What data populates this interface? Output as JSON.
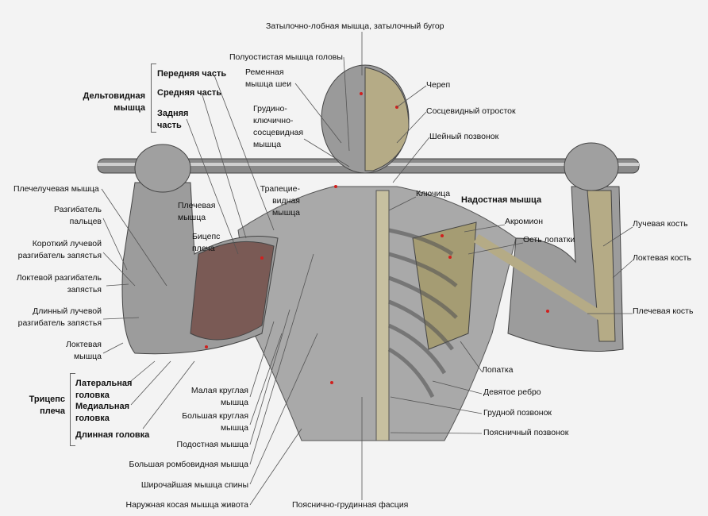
{
  "title_top": "Затылочно-лобная мышца, затылочный бугор",
  "head_neck": {
    "semispinalis": "Полуостистая мышца головы",
    "splenius": [
      "Ременная",
      "мышца шеи"
    ],
    "scm": [
      "Грудино-",
      "ключично-",
      "сосцевидная",
      "мышца"
    ],
    "skull": "Череп",
    "mastoid": "Сосцевидный отросток",
    "cervical": "Шейный позвонок"
  },
  "deltoid": {
    "group": [
      "Дельтовидная",
      "мышца"
    ],
    "anterior": "Передняя часть",
    "middle": "Средняя часть",
    "posterior": [
      "Задняя",
      "часть"
    ]
  },
  "forearm": {
    "brachioradialis": "Плечелучевая мышца",
    "ext_digitorum": [
      "Разгибатель",
      "пальцев"
    ],
    "ecrb": [
      "Короткий лучевой",
      "разгибатель запястья"
    ],
    "ecu": [
      "Локтевой разгибатель",
      "запястья"
    ],
    "ecrl": [
      "Длинный лучевой",
      "разгибатель запястья"
    ],
    "anconeus": [
      "Локтевая",
      "мышца"
    ]
  },
  "arm": {
    "brachialis": [
      "Плечевая",
      "мышца"
    ],
    "biceps": [
      "Бицепс",
      "плеча"
    ],
    "trapezius": [
      "Трапецие-",
      "видная",
      "мышца"
    ]
  },
  "triceps": {
    "group": [
      "Трицепс",
      "плеча"
    ],
    "lateral": [
      "Латеральная",
      "головка"
    ],
    "medial": [
      "Медиальная",
      "головка"
    ],
    "long": "Длинная головка"
  },
  "back": {
    "teres_minor": [
      "Малая круглая",
      "мышца"
    ],
    "teres_major": [
      "Большая круглая",
      "мышца"
    ],
    "infraspinatus": "Подостная мышца",
    "rhomboid": "Большая ромбовидная мышца",
    "latissimus": "Широчайшая мышца спины",
    "oblique": "Наружная косая мышца живота",
    "fascia": "Пояснично-грудинная фасция"
  },
  "skeleton": {
    "clavicle": "Ключица",
    "supraspinatus": "Надостная мышца",
    "acromion": "Акромион",
    "spine_scapula": "Ость лопатки",
    "radius": "Лучевая кость",
    "ulna": "Локтевая кость",
    "humerus": "Плечевая кость",
    "scapula": "Лопатка",
    "rib9": "Девятое ребро",
    "thoracic": "Грудной позвонок",
    "lumbar": "Поясничный позвонок"
  }
}
